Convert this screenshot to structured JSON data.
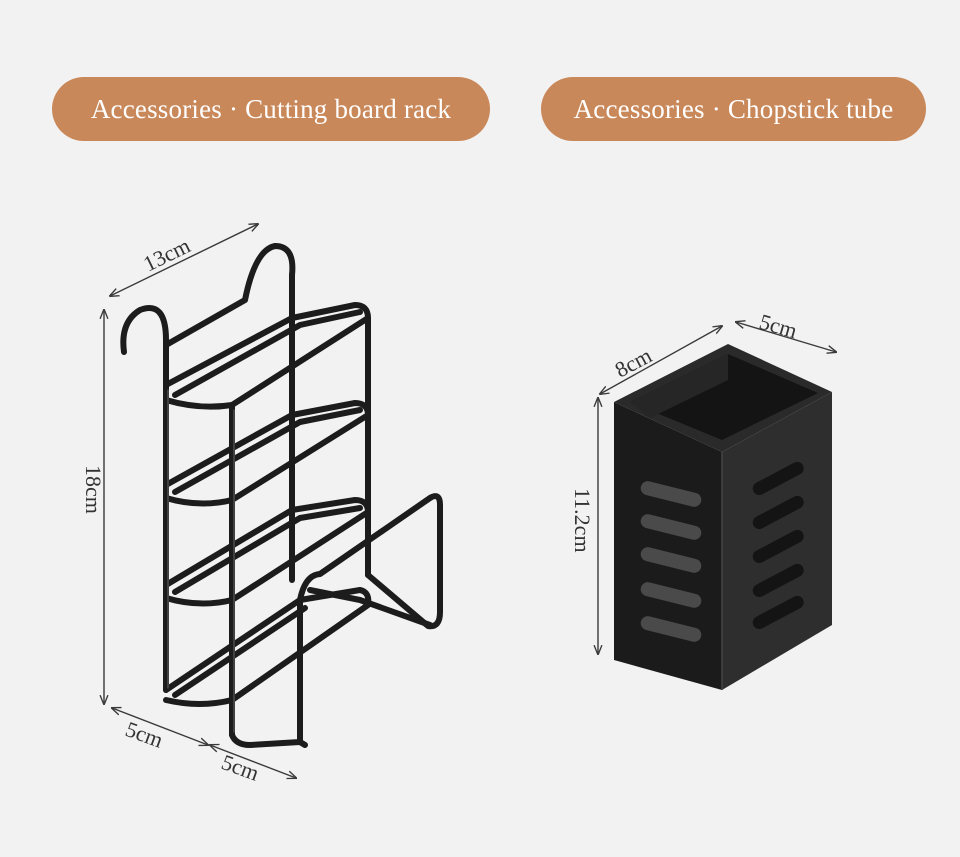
{
  "labels": {
    "left_pill": "Accessories · Cutting board rack",
    "right_pill": "Accessories · Chopstick tube"
  },
  "dimensions": {
    "rack_width": "13cm",
    "rack_height": "18cm",
    "rack_depth_a": "5cm",
    "rack_depth_b": "5cm",
    "tube_width": "8cm",
    "tube_depth": "5cm",
    "tube_height": "11.2cm"
  },
  "colors": {
    "background": "#f2f2f2",
    "pill": "#c9885a",
    "product": "#1c1c1c"
  }
}
